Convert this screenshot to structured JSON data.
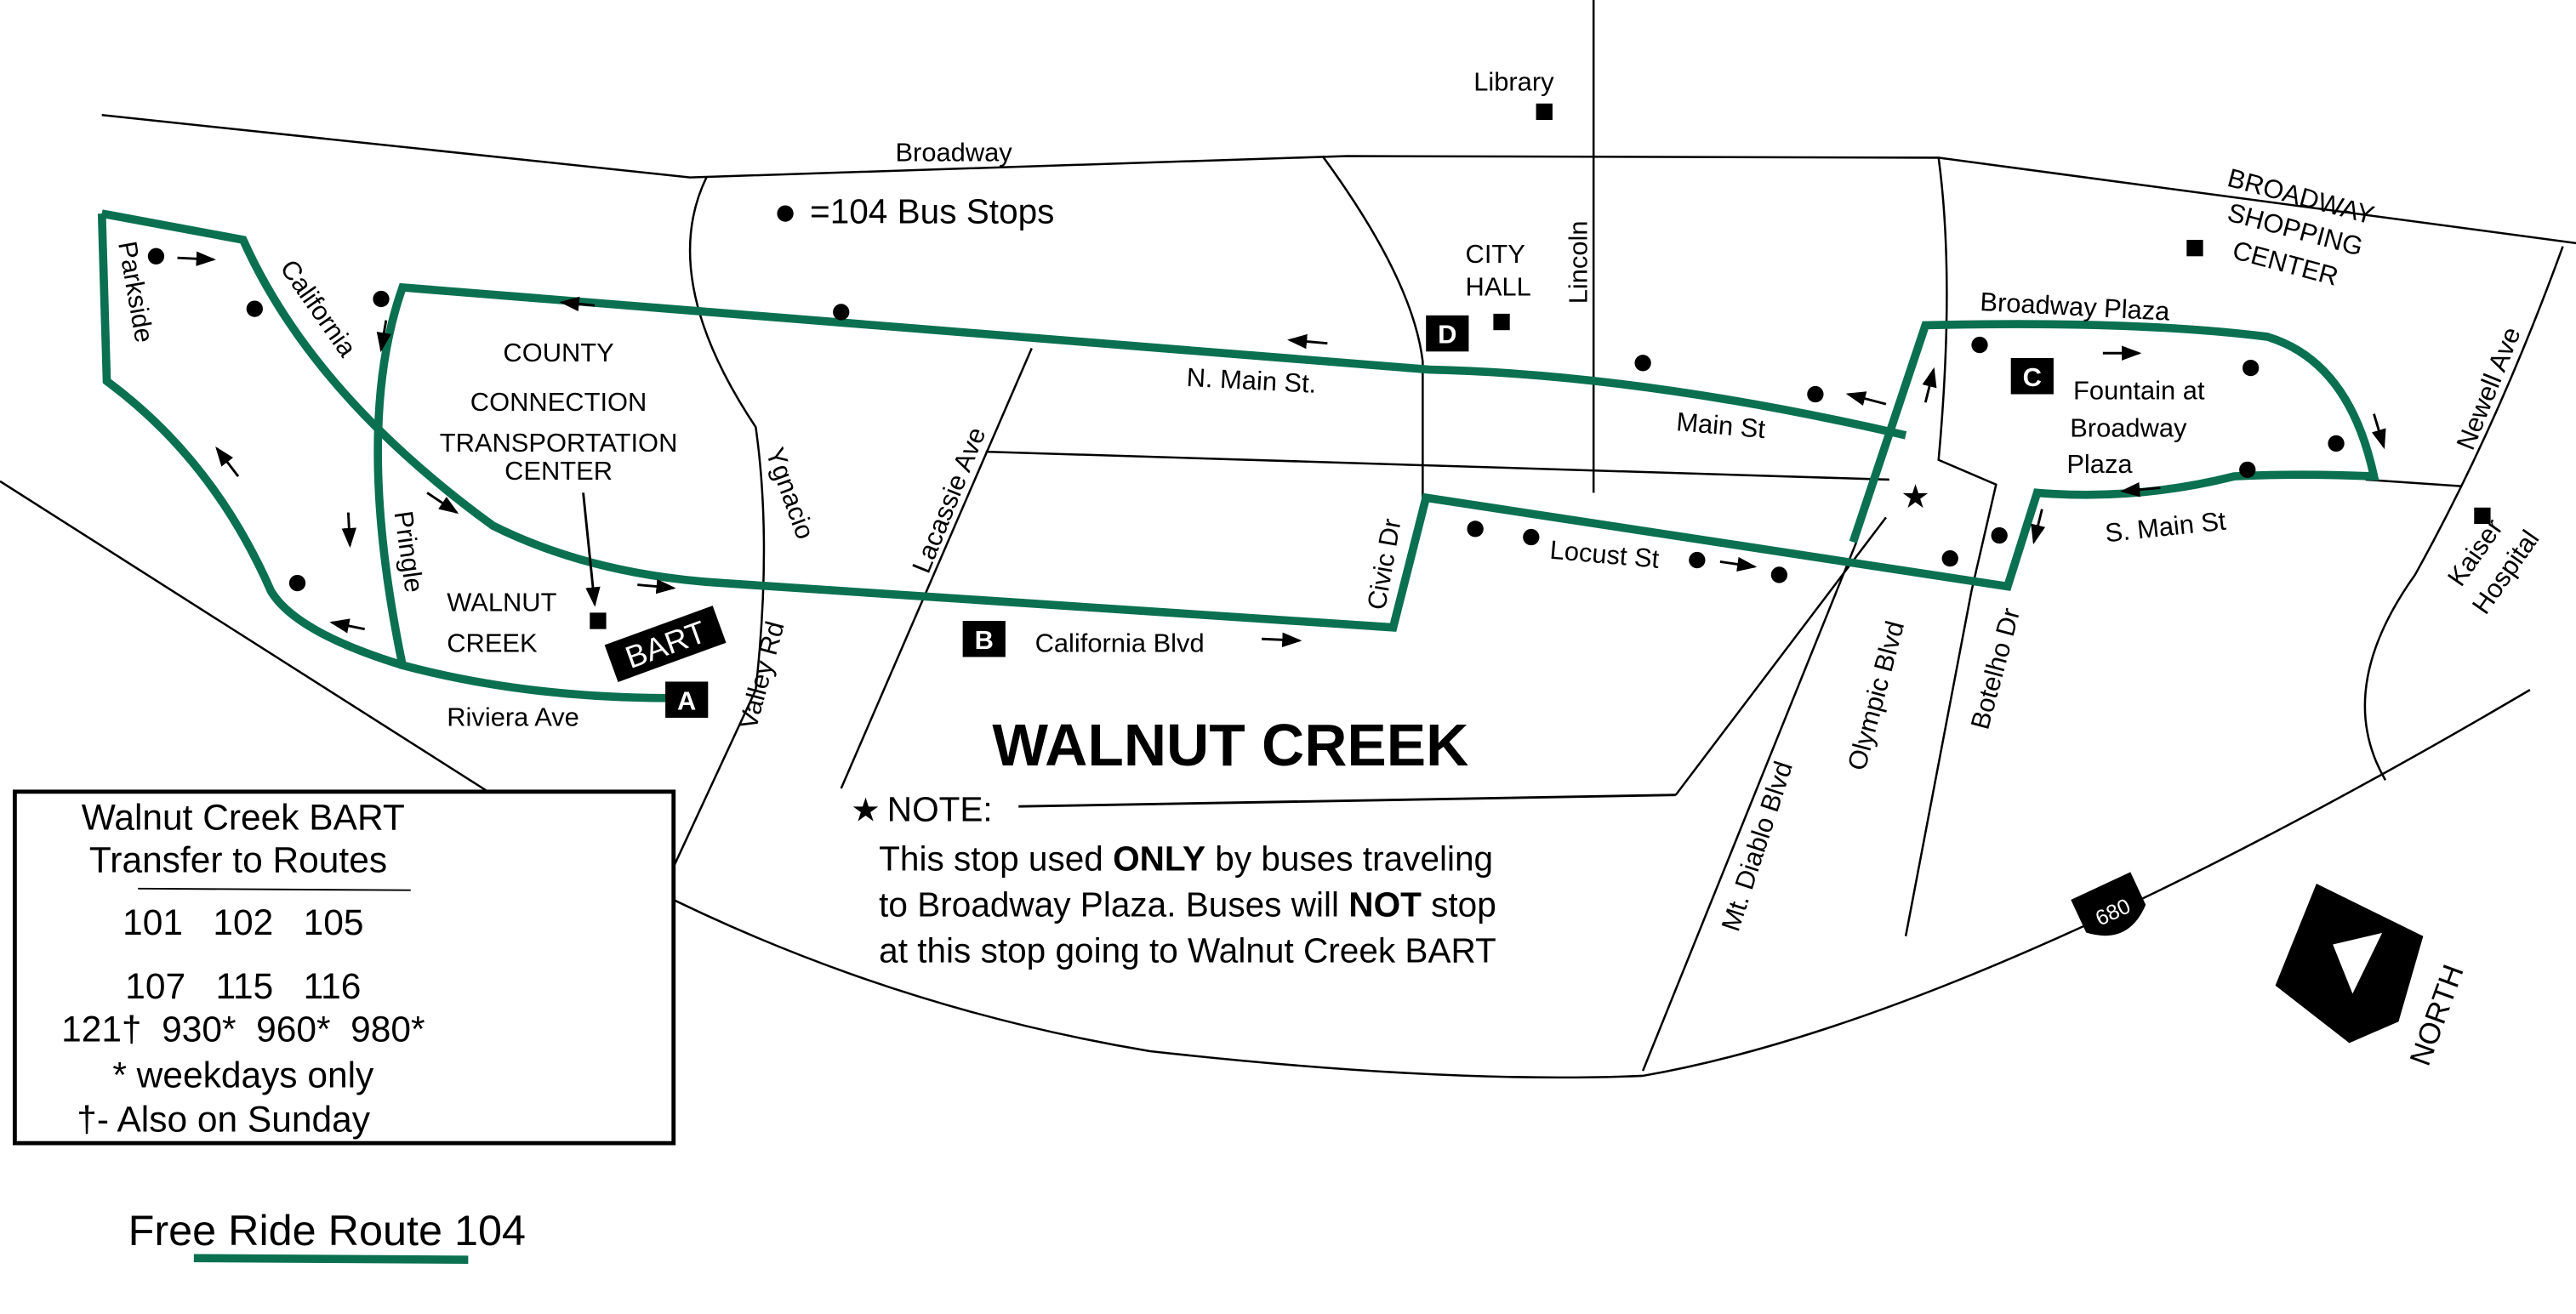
{
  "title": "Free Ride Route 104",
  "colors": {
    "route": "#0a7050",
    "ink": "#000000"
  },
  "legend": {
    "stop_label": "=104 Bus Stops"
  },
  "streets": {
    "broadway": "Broadway",
    "parkside": "Parkside",
    "california": "California",
    "pringle": "Pringle",
    "riviera": "Riviera Ave",
    "ygnacio": "Ygnacio",
    "valley_rd": "Valley Rd",
    "lacassie": "Lacassie Ave",
    "california_blvd": "California Blvd",
    "n_main": "N. Main St.",
    "civic": "Civic Dr",
    "lincoln": "Lincoln",
    "main": "Main St",
    "locust": "Locust St",
    "mt_diablo": "Mt. Diablo Blvd",
    "olympic": "Olympic Blvd",
    "botelho": "Botelho Dr",
    "broadway_plaza": "Broadway Plaza",
    "s_main": "S. Main St",
    "newell": "Newell Ave",
    "i680": "680"
  },
  "places": {
    "library": "Library",
    "city_hall": [
      "CITY",
      "HALL"
    ],
    "county_connection": [
      "COUNTY",
      "CONNECTION",
      "TRANSPORTATION",
      "CENTER"
    ],
    "walnut_creek_station": [
      "WALNUT",
      "CREEK"
    ],
    "bart": "BART",
    "broadway_shopping": [
      "BROADWAY",
      "SHOPPING",
      "CENTER"
    ],
    "fountain": [
      "Fountain at",
      "Broadway",
      "Plaza"
    ],
    "kaiser": [
      "Kaiser",
      "Hospital"
    ],
    "city_name": "WALNUT CREEK"
  },
  "timepoints": {
    "a": "A",
    "b": "B",
    "c": "C",
    "d": "D"
  },
  "note": {
    "heading": "NOTE:",
    "line1_pre": "This stop used ",
    "line1_bold": "ONLY",
    "line1_post": " by buses traveling",
    "line2_pre": "to Broadway Plaza. Buses will ",
    "line2_bold": "NOT",
    "line2_post": " stop",
    "line3": "at this stop going to Walnut Creek BART"
  },
  "transfer_box": {
    "title1": "Walnut Creek BART",
    "title2": "Transfer to Routes",
    "row1": "101   102   105",
    "row2": "107   115   116",
    "row3": "121†  930*  960*  980*",
    "footnote1": "* weekdays only",
    "footnote2": "†- Also on Sunday"
  },
  "north": "NORTH"
}
